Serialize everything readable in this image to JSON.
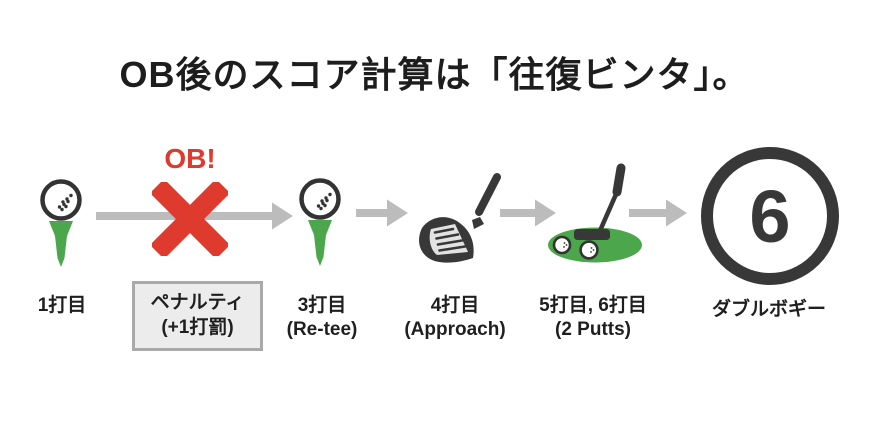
{
  "title": "OB後のスコア計算は「往復ビンタ」。",
  "flow": {
    "shot1_label": "1打目",
    "ob_label": "OB!",
    "penalty_line1": "ペナルティ",
    "penalty_line2": "(+1打罰)",
    "shot3_line1": "3打目",
    "shot3_line2": "(Re-tee)",
    "shot4_line1": "4打目",
    "shot4_line2": "(Approach)",
    "shot56_line1": "5打目, 6打目",
    "shot56_line2": "(2 Putts)",
    "score_value": "6",
    "score_label": "ダブルボギー"
  },
  "icons": {
    "step1": "golf-ball-on-tee-icon",
    "ob": "red-cross-icon",
    "step3": "golf-ball-on-tee-icon",
    "step4": "iron-club-icon",
    "step56": "putter-on-green-icon",
    "result": "circled-score-badge",
    "connector": "arrow-right-icon"
  },
  "colors": {
    "red": "#DE3A2D",
    "green": "#4CA64C",
    "arrow_gray": "#BCBCBC",
    "dark": "#383838",
    "text": "#1F1F1F",
    "club_face": "#E2E2E2",
    "penalty_box_bg": "#ECECEC",
    "penalty_box_border": "#A9A9A9"
  }
}
